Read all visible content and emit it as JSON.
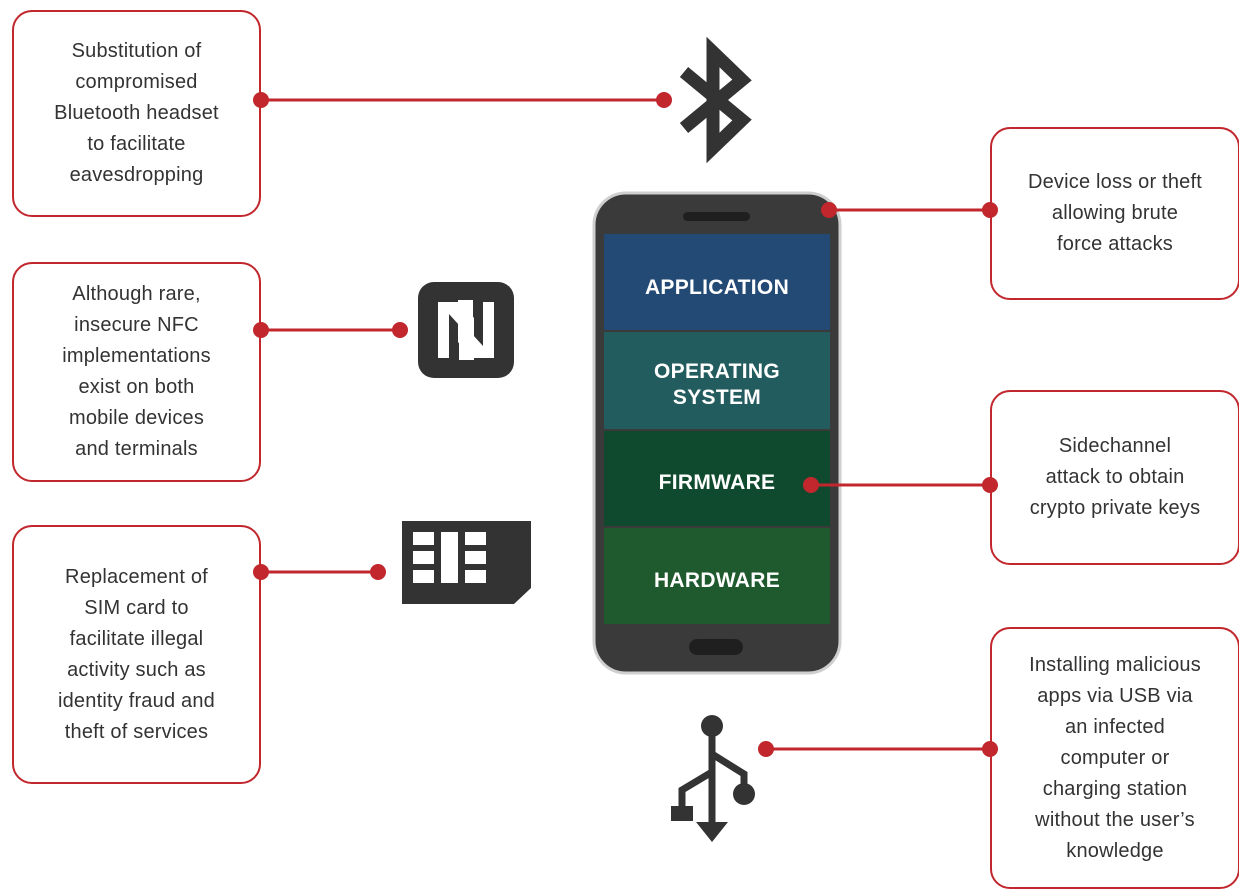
{
  "accent_color": "#c1272d",
  "threats": {
    "bluetooth": "Substitution of\ncompromised\nBluetooth headset\nto facilitate\neavesdropping",
    "nfc": "Although rare,\ninsecure NFC\nimplementations\nexist on both\nmobile devices\nand terminals",
    "sim": "Replacement of\nSIM card to\nfacilitate illegal\nactivity such as\nidentity fraud and\ntheft of services",
    "device_loss": "Device loss or theft\nallowing brute\nforce attacks",
    "sidechannel": "Sidechannel\nattack to obtain\ncrypto private keys",
    "usb": "Installing malicious\napps via USB via\nan infected\ncomputer or\ncharging station\nwithout the user’s\nknowledge"
  },
  "phone_layers": [
    {
      "label": "APPLICATION",
      "color": "#234a75"
    },
    {
      "label": "OPERATING",
      "label2": "SYSTEM",
      "color": "#235c5e"
    },
    {
      "label": "FIRMWARE",
      "color": "#104a2e"
    },
    {
      "label": "HARDWARE",
      "color": "#1f5a2e"
    }
  ],
  "icons": [
    "bluetooth-icon",
    "nfc-icon",
    "sim-card-icon",
    "usb-icon"
  ]
}
